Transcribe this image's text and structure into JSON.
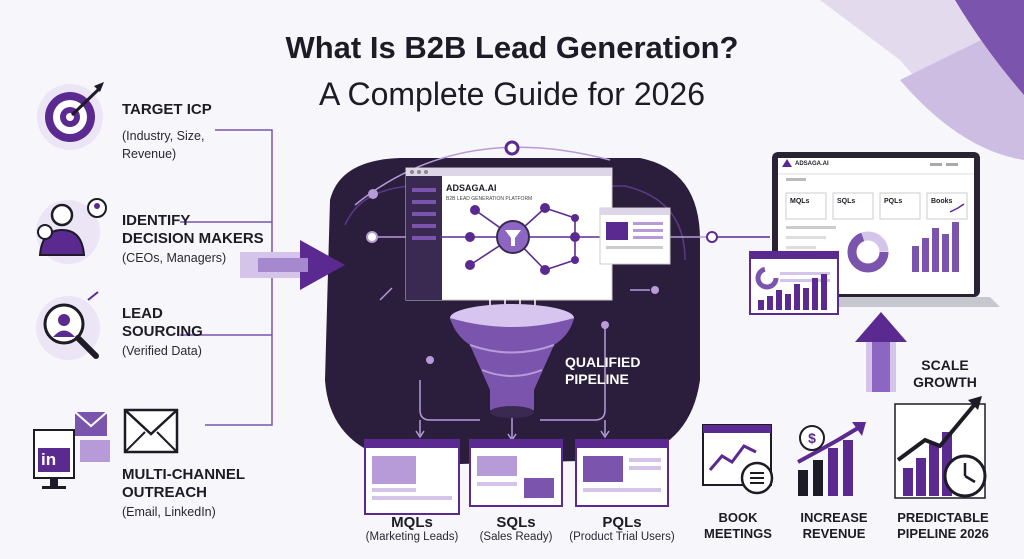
{
  "header": {
    "title": "What Is B2B Lead Generation?",
    "subtitle": "A Complete Guide for 2026"
  },
  "steps": [
    {
      "title": "TARGET ICP",
      "sub1": "(Industry, Size,",
      "sub2": "Revenue)",
      "icon": "target-icon"
    },
    {
      "title1": "IDENTIFY",
      "title2": "DECISION MAKERS",
      "sub": "(CEOs, Managers)",
      "icon": "person-icon"
    },
    {
      "title1": "LEAD",
      "title2": "SOURCING",
      "sub": "(Verified Data)",
      "icon": "magnifier-icon"
    },
    {
      "title1": "MULTI-CHANNEL",
      "title2": "OUTREACH",
      "sub": "(Email, LinkedIn)",
      "icon": "email-linkedin-icon",
      "badge": "in"
    }
  ],
  "platform": {
    "name": "ADSAGA.AI",
    "tagline": "B2B LEAD GENERATION PLATFORM"
  },
  "funnel_label": {
    "line1": "QUALIFIED",
    "line2": "PIPELINE"
  },
  "outputs": [
    {
      "title": "MQLs",
      "sub": "(Marketing Leads)"
    },
    {
      "title": "SQLs",
      "sub": "(Sales Ready)"
    },
    {
      "title": "PQLs",
      "sub": "(Product Trial Users)"
    }
  ],
  "laptop": {
    "brand": "ADSAGA.AI",
    "cards": [
      "MQLs",
      "SQLs",
      "PQLs",
      "Books"
    ]
  },
  "results": [
    {
      "line1": "BOOK",
      "line2": "MEETINGS",
      "icon": "meeting-chart-icon"
    },
    {
      "line1": "INCREASE",
      "line2": "REVENUE",
      "icon": "dollar-growth-icon",
      "symbol": "$"
    },
    {
      "line1": "PREDICTABLE",
      "line2": "PIPELINE 2026",
      "icon": "clock-growth-icon"
    }
  ],
  "scale": {
    "line1": "SCALE",
    "line2": "GROWTH"
  },
  "colors": {
    "primary": "#5b2a91",
    "light": "#b69bd8",
    "dark": "#1c1a24"
  }
}
